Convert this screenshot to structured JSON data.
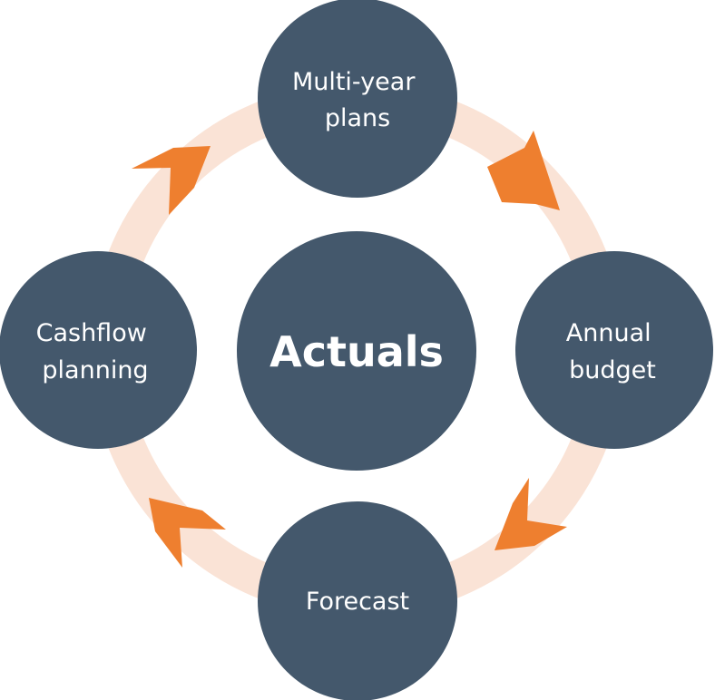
{
  "colors": {
    "node_fill": "#44586c",
    "ring": "#fae3d6",
    "arrow": "#ee7f2f",
    "text": "#ffffff",
    "background": "#ffffff"
  },
  "center": {
    "label": "Actuals"
  },
  "nodes": [
    {
      "id": "multi-year-plans",
      "lines": [
        "Multi-year",
        "plans"
      ]
    },
    {
      "id": "annual-budget",
      "lines": [
        "Annual",
        "budget"
      ]
    },
    {
      "id": "forecast",
      "lines": [
        "Forecast"
      ]
    },
    {
      "id": "cashflow-planning",
      "lines": [
        "Cashflow",
        "planning"
      ]
    }
  ],
  "arrows": [
    {
      "id": "multi-year-plans-to-annual-budget",
      "icon": "chevron-arrow"
    },
    {
      "id": "annual-budget-to-forecast",
      "icon": "chevron-arrow"
    },
    {
      "id": "forecast-to-cashflow-planning",
      "icon": "chevron-arrow"
    },
    {
      "id": "cashflow-planning-to-multi-year-plans",
      "icon": "chevron-arrow"
    }
  ]
}
